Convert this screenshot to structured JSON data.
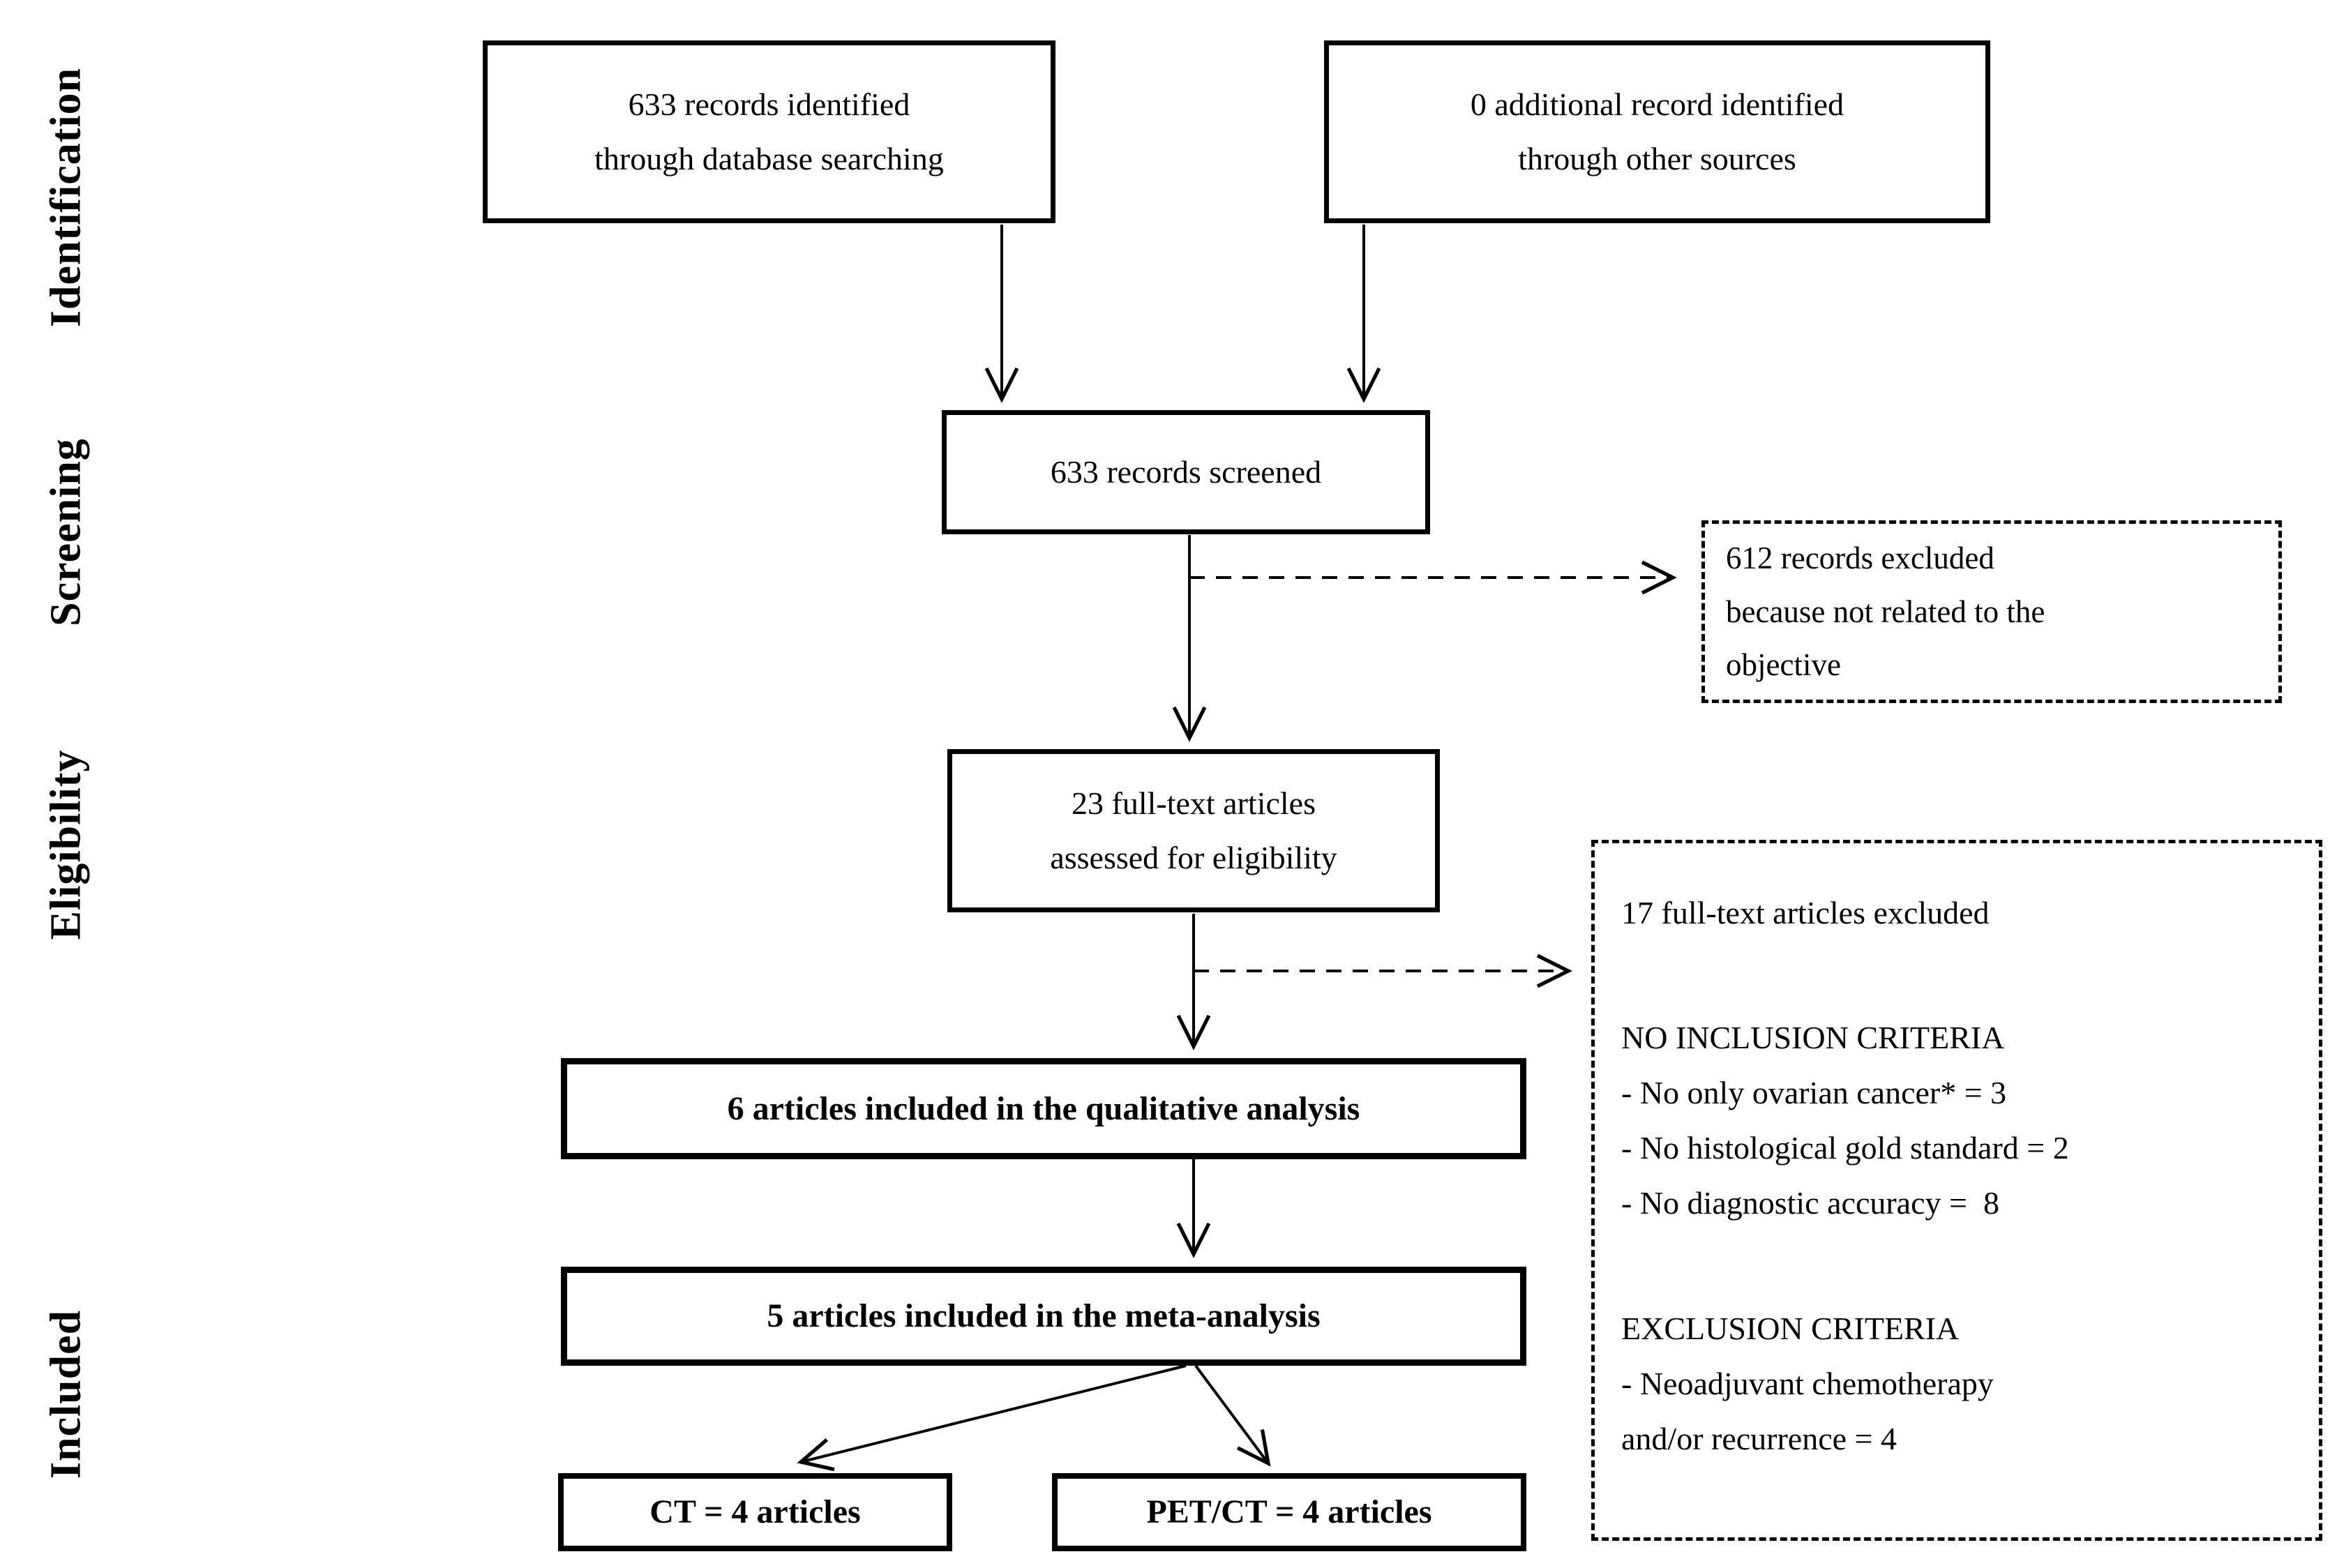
{
  "diagram": {
    "stages": [
      "Identification",
      "Screening",
      "Eligibility",
      "Included"
    ],
    "boxes": {
      "identified_db": {
        "lines": [
          "633 records identified",
          "through database searching"
        ]
      },
      "identified_other": {
        "lines": [
          "0 additional record identified",
          "through other sources"
        ]
      },
      "screened": {
        "text": "633 records screened"
      },
      "records_excluded": {
        "lines": [
          "612 records excluded",
          "because not related to the",
          "objective"
        ]
      },
      "fulltext_assessed": {
        "lines": [
          "23 full-text articles",
          "assessed for eligibility"
        ]
      },
      "qualitative_included": {
        "text": "6 articles included in the qualitative analysis"
      },
      "meta_included": {
        "text": "5 articles included in the meta-analysis"
      },
      "ct": {
        "text": "CT = 4 articles"
      },
      "petct": {
        "text": "PET/CT = 4 articles"
      },
      "fulltext_excluded": {
        "header": "17 full-text articles excluded",
        "no_inclusion_title": "NO INCLUSION CRITERIA",
        "no_inclusion_items": [
          "- No only ovarian cancer* = 3",
          "- No histological gold standard = 2",
          "- No diagnostic accuracy =  8"
        ],
        "exclusion_title": "EXCLUSION CRITERIA",
        "exclusion_item_lines": [
          "- Neoadjuvant chemotherapy",
          "and/or recurrence = 4"
        ]
      }
    },
    "colors": {
      "ink": "#000000",
      "paper": "#ffffff"
    }
  }
}
